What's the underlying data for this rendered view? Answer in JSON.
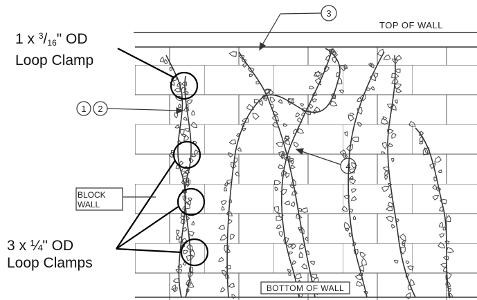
{
  "callouts": {
    "clamp_top": {
      "line1_prefix": "1 x ",
      "frac_num": "3",
      "frac_sep": "/",
      "frac_den": "16",
      "line1_suffix": "\" OD",
      "line2": "Loop Clamp"
    },
    "clamps_bottom": {
      "line1": "3 x ¼\" OD",
      "line2": "Loop Clamps"
    }
  },
  "labels": {
    "top_of_wall": "TOP OF WALL",
    "bottom_of_wall": "BOTTOM OF WALL",
    "block_wall_1": "BLOCK",
    "block_wall_2": "WALL"
  },
  "tags": [
    "1",
    "2",
    "3",
    "4"
  ],
  "colors": {
    "linework": "#333333",
    "foliage": "#444444",
    "callout_line": "#000000"
  }
}
